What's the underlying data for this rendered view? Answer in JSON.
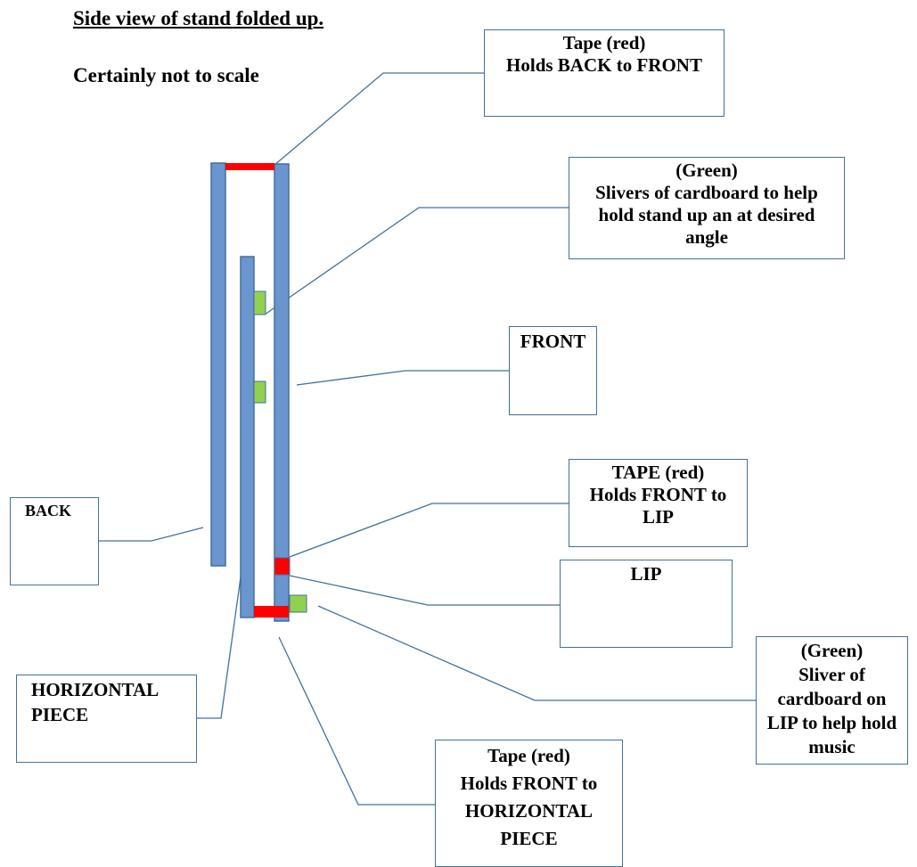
{
  "heading": {
    "title": "Side view of stand folded up.",
    "subtitle": "Certainly not to scale"
  },
  "labels": {
    "tape_top": [
      "Tape (red)",
      "Holds BACK to FRONT"
    ],
    "green_slivers": [
      "(Green)",
      "Slivers of cardboard to help",
      "hold stand up an at desired",
      "angle"
    ],
    "front": [
      "FRONT"
    ],
    "tape_lip": [
      "TAPE (red)",
      "Holds FRONT to",
      "LIP"
    ],
    "lip": [
      "LIP"
    ],
    "back": [
      "BACK"
    ],
    "green_lip": [
      "(Green)",
      "Sliver of",
      "cardboard on",
      "LIP to help hold",
      "music"
    ],
    "horizontal": [
      "HORIZONTAL",
      "PIECE"
    ],
    "tape_bottom": [
      "Tape (red)",
      "Holds FRONT to",
      "HORIZONTAL",
      "PIECE"
    ]
  },
  "colors": {
    "board": "#6a95cf",
    "board_edge": "#41719c",
    "tape": "#ff0000",
    "sliver": "#92d050",
    "connector": "#41719c"
  }
}
